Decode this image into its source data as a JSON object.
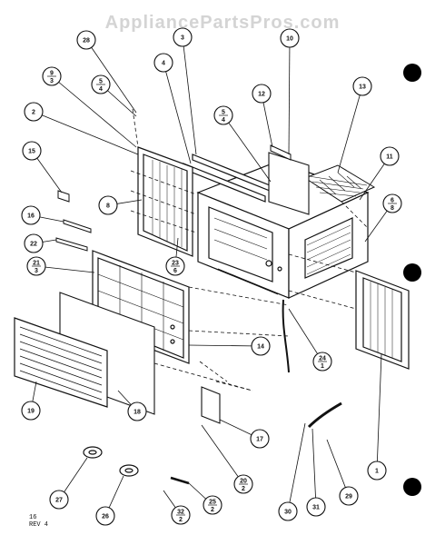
{
  "watermark": "AppliancePartsPros.com",
  "revision": {
    "line1": "16",
    "line2": "REV 4"
  },
  "callouts": [
    {
      "id": "c28",
      "label": "28"
    },
    {
      "id": "c3",
      "label": "3"
    },
    {
      "id": "c10",
      "label": "10"
    },
    {
      "id": "c4",
      "label": "4"
    },
    {
      "id": "c12",
      "label": "12"
    },
    {
      "id": "c13",
      "label": "13"
    },
    {
      "id": "c9-3",
      "num": "9",
      "den": "3"
    },
    {
      "id": "c5-4a",
      "num": "5",
      "den": "4"
    },
    {
      "id": "c2",
      "label": "2"
    },
    {
      "id": "c5-4b",
      "num": "5",
      "den": "4"
    },
    {
      "id": "c11",
      "label": "11"
    },
    {
      "id": "c15",
      "label": "15"
    },
    {
      "id": "c6-8",
      "num": "6",
      "den": "8"
    },
    {
      "id": "c8",
      "label": "8"
    },
    {
      "id": "c16",
      "label": "16"
    },
    {
      "id": "c22",
      "label": "22"
    },
    {
      "id": "c23-6",
      "num": "23",
      "den": "6"
    },
    {
      "id": "c21-3",
      "num": "21",
      "den": "3"
    },
    {
      "id": "c14",
      "label": "14"
    },
    {
      "id": "c24-1",
      "num": "24",
      "den": "1"
    },
    {
      "id": "c19",
      "label": "19"
    },
    {
      "id": "c18",
      "label": "18"
    },
    {
      "id": "c17",
      "label": "17"
    },
    {
      "id": "c1",
      "label": "1"
    },
    {
      "id": "c20-2",
      "num": "20",
      "den": "2"
    },
    {
      "id": "c27",
      "label": "27"
    },
    {
      "id": "c26",
      "label": "26"
    },
    {
      "id": "c25-2",
      "num": "25",
      "den": "2"
    },
    {
      "id": "c32-2",
      "num": "32",
      "den": "2"
    },
    {
      "id": "c30",
      "label": "30"
    },
    {
      "id": "c31",
      "label": "31"
    },
    {
      "id": "c29",
      "label": "29"
    }
  ]
}
